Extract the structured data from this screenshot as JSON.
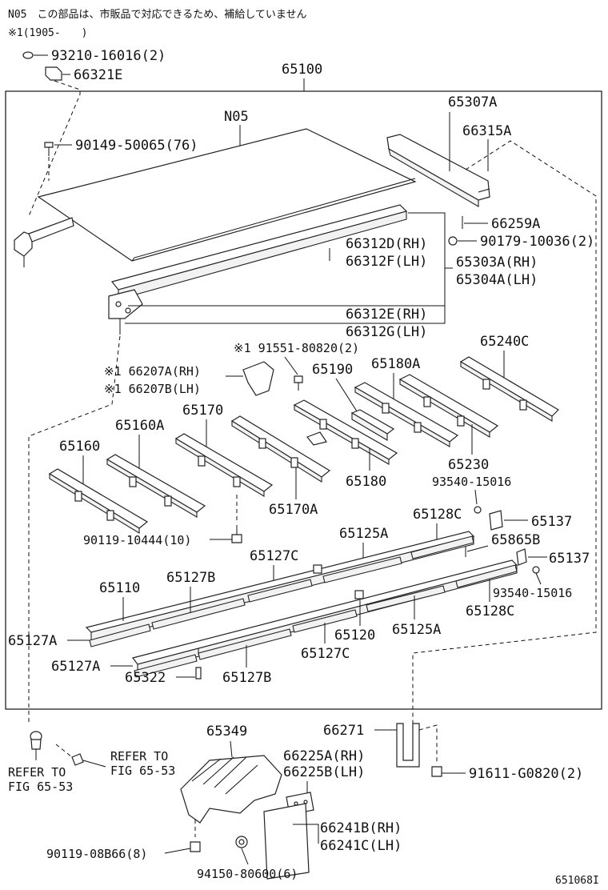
{
  "notes": {
    "line1": "N05　この部品は、市販品で対応できるため、補給していません",
    "line2": "※1(1905-　　)"
  },
  "labels": {
    "p93210": "93210-16016(2)",
    "p66321E": "66321E",
    "p65100": "65100",
    "pN05": "N05",
    "p90149": "90149-50065(76)",
    "p65307A": "65307A",
    "p66315A": "66315A",
    "p66259A": "66259A",
    "p90179": "90179-10036(2)",
    "p66312D": "66312D(RH)",
    "p66312F": "66312F(LH)",
    "p65303A": "65303A(RH)",
    "p65304A": "65304A(LH)",
    "p66312E": "66312E(RH)",
    "p66312G": "66312G(LH)",
    "p91551": "※1 91551-80820(2)",
    "p66207A": "※1 66207A(RH)",
    "p66207B": "※1 66207B(LH)",
    "p65190": "65190",
    "p65180A": "65180A",
    "p65240C": "65240C",
    "p65160A": "65160A",
    "p65170": "65170",
    "p65160": "65160",
    "p65230": "65230",
    "p93540a": "93540-15016",
    "p65180": "65180",
    "p65170A": "65170A",
    "p65137a": "65137",
    "p65128Ca": "65128C",
    "p90119a": "90119-10444(10)",
    "p65125Aa": "65125A",
    "p65865B": "65865B",
    "p65127Ca": "65127C",
    "p65137b": "65137",
    "p65110": "65110",
    "p65127Ba": "65127B",
    "p93540b": "93540-15016",
    "p65128Cb": "65128C",
    "p65127Aa": "65127A",
    "p65120": "65120",
    "p65125Ab": "65125A",
    "p65127Cb": "65127C",
    "p65127Ab": "65127A",
    "p65322": "65322",
    "p65127Bb": "65127B",
    "p66271": "66271",
    "p65349": "65349",
    "p66225A": "66225A(RH)",
    "p66225B": "66225B(LH)",
    "p91611": "91611-G0820(2)",
    "refer1a": "REFER TO",
    "refer1b": "FIG 65-53",
    "refer2a": "REFER TO",
    "refer2b": "FIG 65-53",
    "p66241B": "66241B(RH)",
    "p66241C": "66241C(LH)",
    "p90119b": "90119-08B66(8)",
    "p94150": "94150-80600(6)",
    "code": "651068I"
  }
}
